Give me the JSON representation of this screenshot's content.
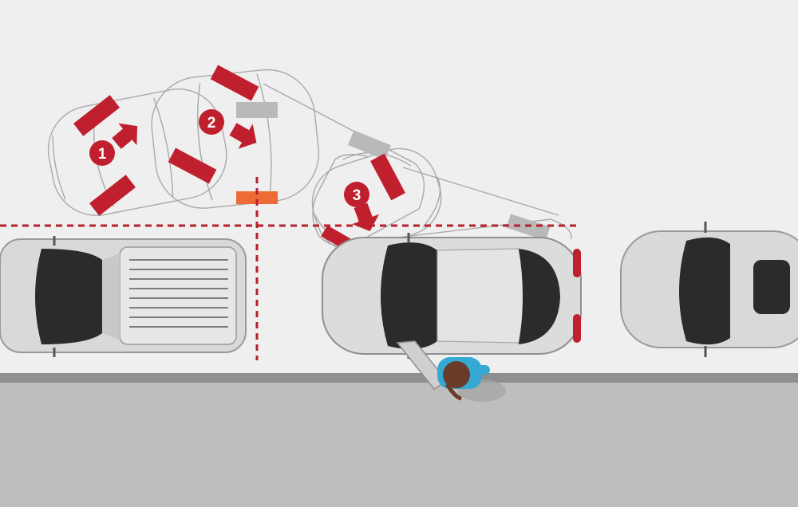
{
  "diagram": {
    "steps": [
      {
        "label": "1",
        "color": "#c0202e"
      },
      {
        "label": "2",
        "color": "#c0202e"
      },
      {
        "label": "3",
        "color": "#c0202e"
      }
    ],
    "colors": {
      "road": "#efefef",
      "sidewalk": "#bebebe",
      "curb": "#8f8f8f",
      "guide_line": "#b5202b",
      "wheel_marker": "#c0202e",
      "brake_light": "#c0202e",
      "ghost_outline": "#a9a9a9",
      "parked_car_body": "#d9d9d9",
      "windshield": "#2b2b2b",
      "pedestrian_shirt": "#35a8d4",
      "pedestrian_hair": "#6b3b2a",
      "reverse_light": "#ef6b35"
    },
    "icons": [
      "arrow-icon",
      "step-badge-icon",
      "car-icon",
      "pickup-truck-icon",
      "pedestrian-icon"
    ]
  }
}
